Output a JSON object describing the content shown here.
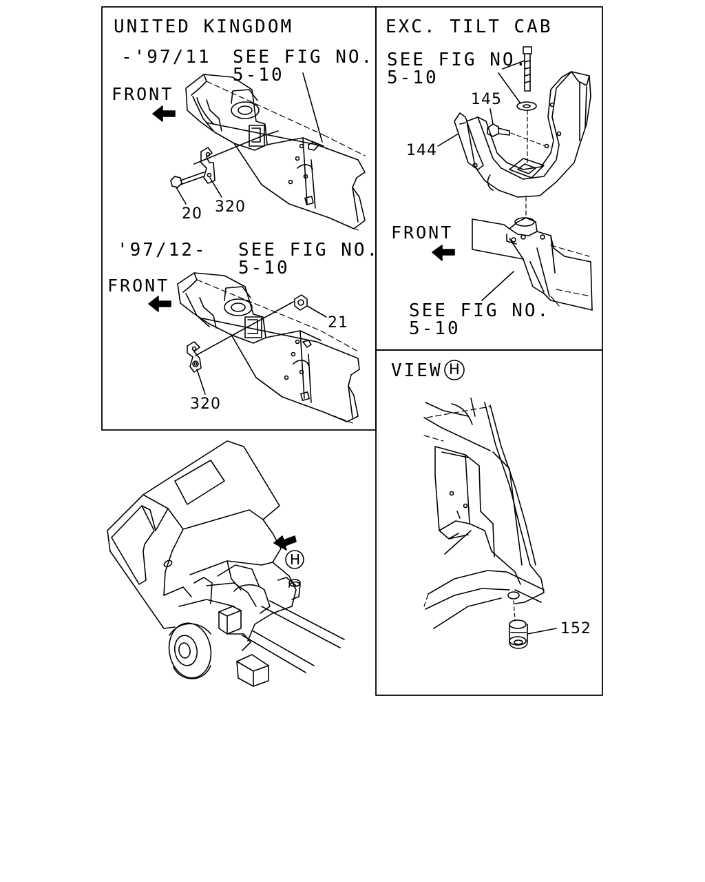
{
  "panel_uk": {
    "title": "UNITED KINGDOM",
    "upper": {
      "period": "-'97/11",
      "see_fig": "SEE FIG NO.",
      "see_fig_num": "5-10",
      "front": "FRONT",
      "callouts": [
        "20",
        "320"
      ]
    },
    "lower": {
      "period": "'97/12-",
      "see_fig": "SEE FIG NO.",
      "see_fig_num": "5-10",
      "front": "FRONT",
      "callouts": [
        "21",
        "320"
      ]
    }
  },
  "panel_tilt": {
    "title": "EXC. TILT CAB",
    "see_fig_top": "SEE FIG NO.",
    "see_fig_top_num": "5-10",
    "front": "FRONT",
    "see_fig_bottom": "SEE FIG NO.",
    "see_fig_bottom_num": "5-10",
    "callouts": [
      "145",
      "144"
    ]
  },
  "panel_view": {
    "title": "VIEW",
    "marker": "H",
    "callouts": [
      "152"
    ]
  },
  "truck": {
    "marker": "H"
  }
}
